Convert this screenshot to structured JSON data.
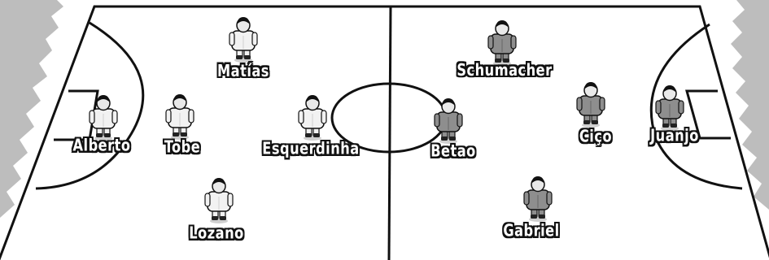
{
  "formation": {
    "home_team": {
      "kit_color": "#f2f2f2",
      "players": [
        {
          "name": "Matías"
        },
        {
          "name": "Alberto"
        },
        {
          "name": "Tobe"
        },
        {
          "name": "Esquerdinha"
        },
        {
          "name": "Lozano"
        }
      ]
    },
    "away_team": {
      "kit_color": "#8e8e8e",
      "players": [
        {
          "name": "Schumacher"
        },
        {
          "name": "Betao"
        },
        {
          "name": "Ciço"
        },
        {
          "name": "Juanjo"
        },
        {
          "name": "Gabriel"
        }
      ]
    },
    "pitch": {
      "line_color": "#111111",
      "surface_color": "#ffffff",
      "surround_color": "#bdbdbd"
    }
  }
}
